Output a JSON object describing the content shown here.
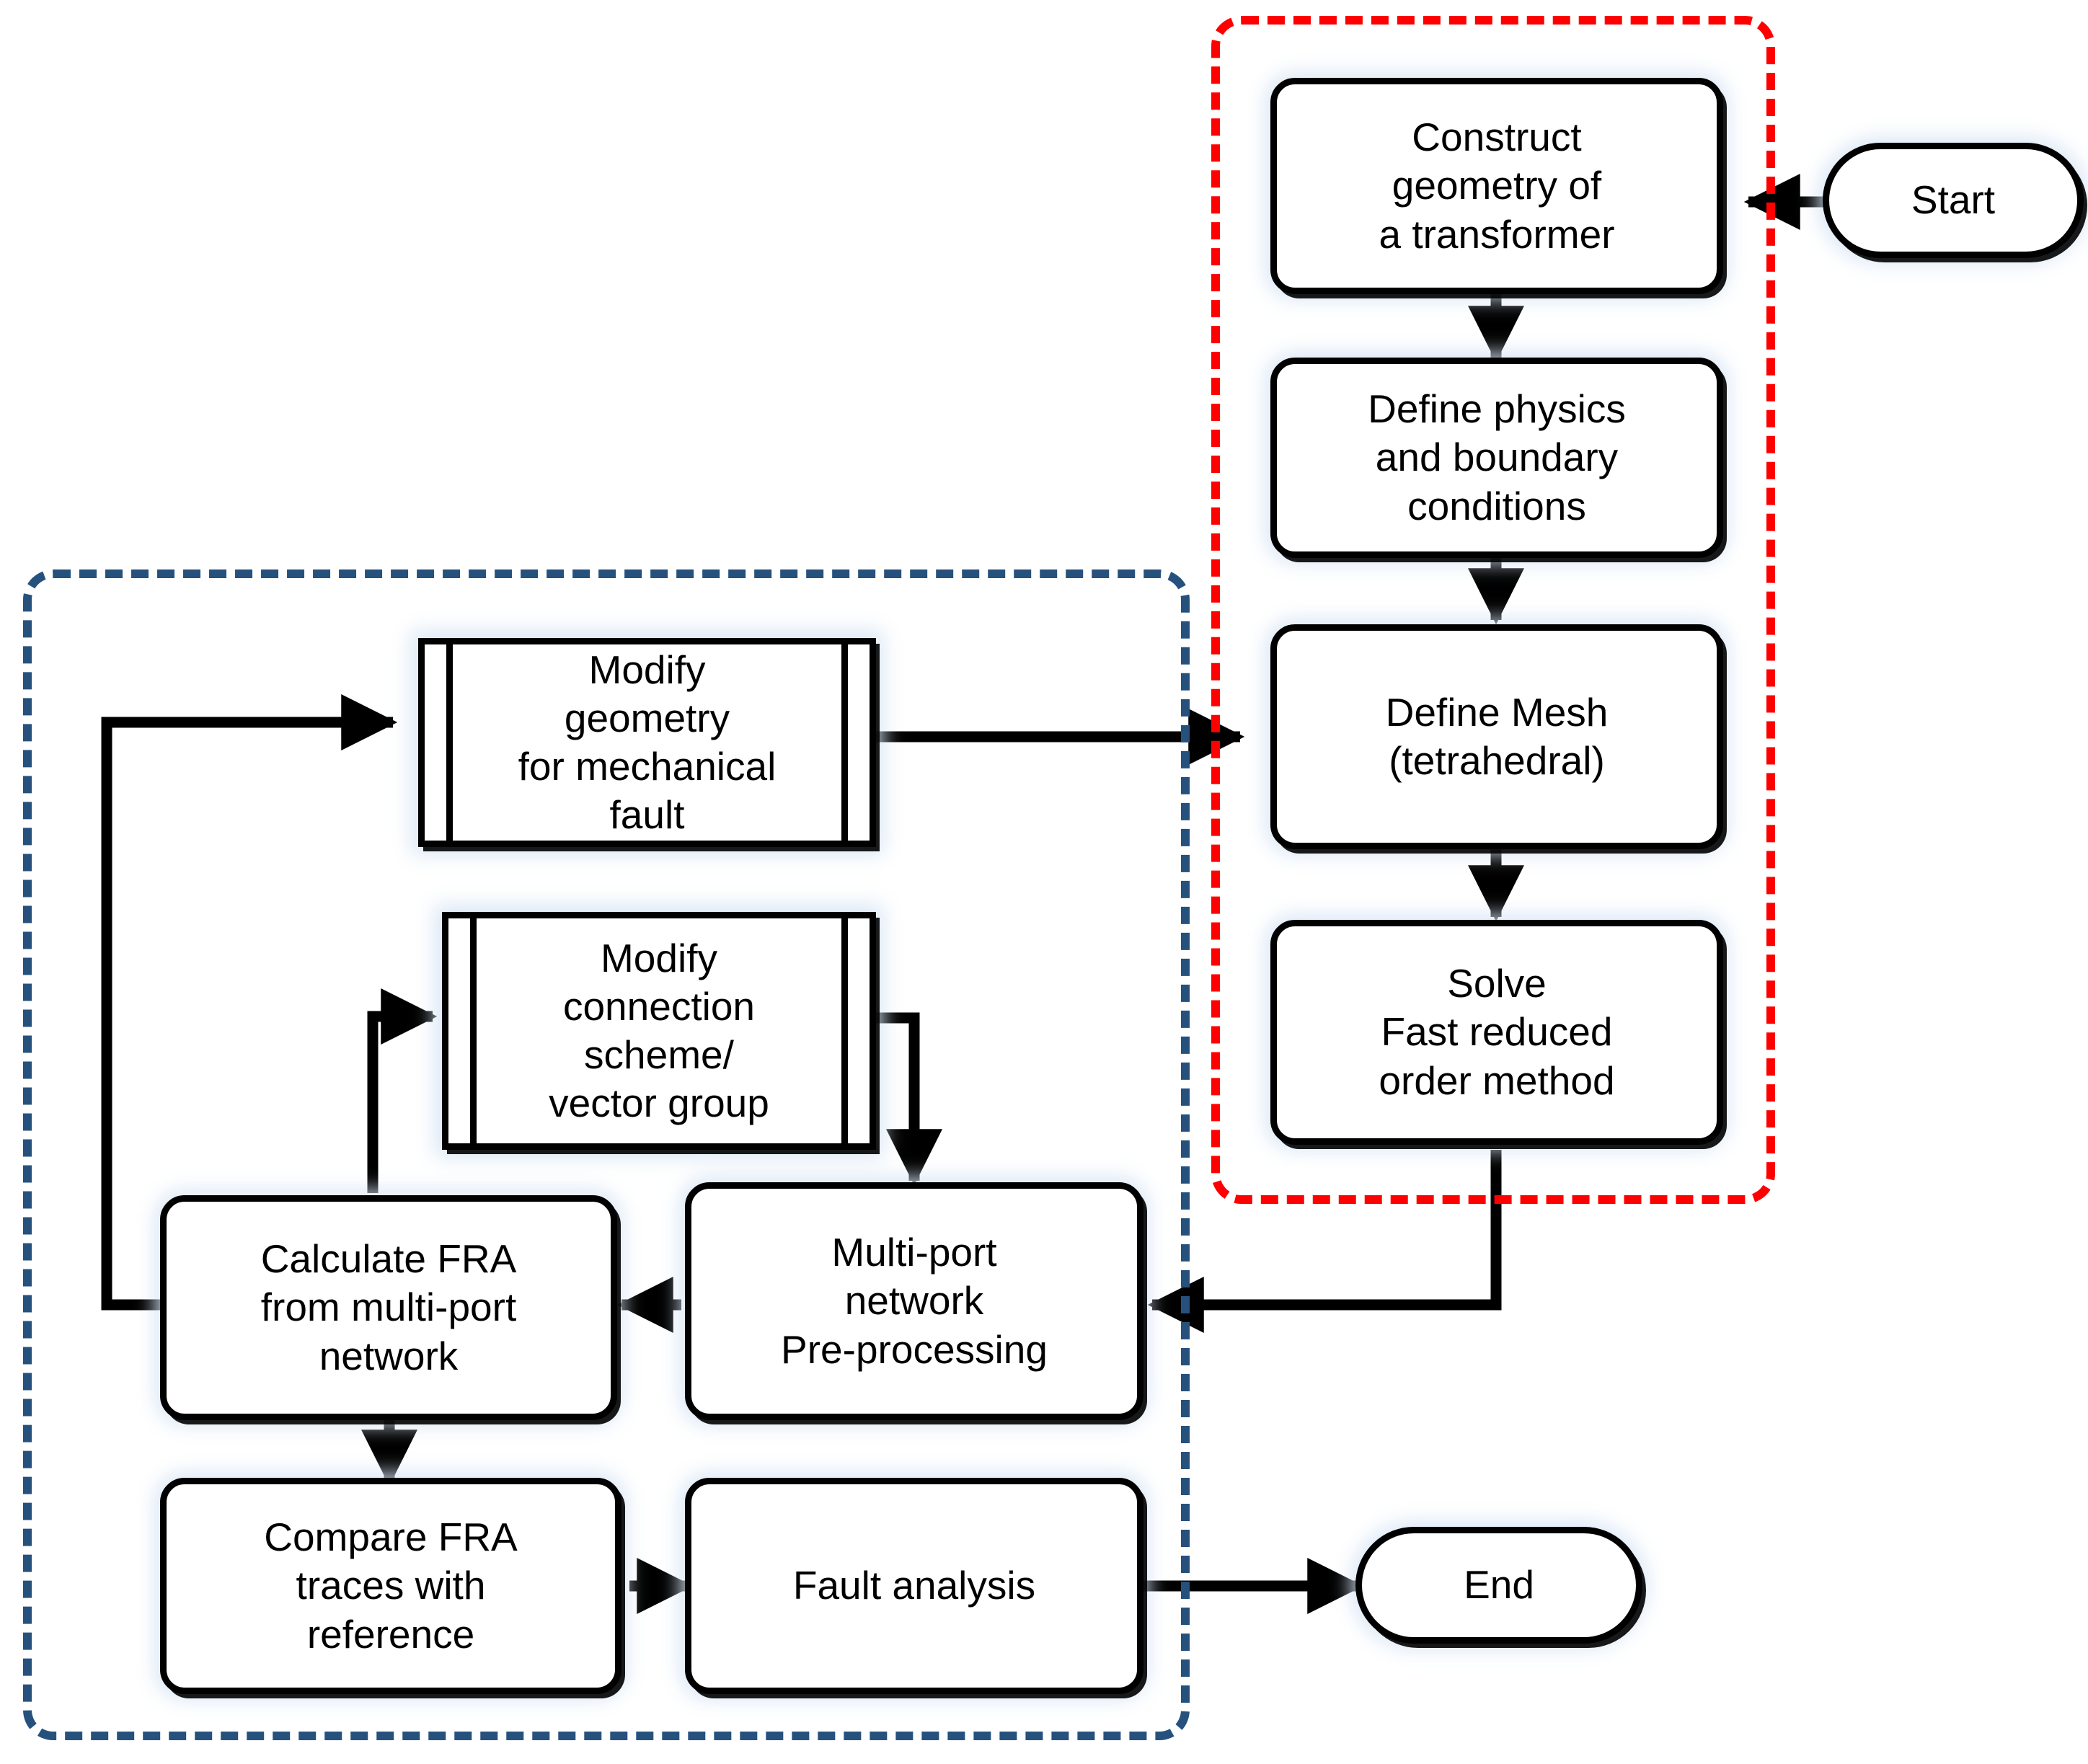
{
  "diagram": {
    "title": "FRA transformer fault simulation workflow",
    "colors": {
      "simulation_group_border": "#FF0000",
      "post_processing_group_border": "#27517D",
      "node_border": "#000000",
      "node_fill": "#FFFFFF",
      "connector": "#000000"
    },
    "groups": [
      {
        "id": "fem-simulation-group",
        "name": "red-dashed-group",
        "style": "red dashed"
      },
      {
        "id": "post-processing-group",
        "name": "blue-dashed-group",
        "style": "blue dashed"
      }
    ],
    "nodes": [
      {
        "id": "start",
        "shape": "terminator",
        "label": "Start"
      },
      {
        "id": "construct",
        "shape": "process",
        "label": "Construct\ngeometry of\na transformer"
      },
      {
        "id": "physics",
        "shape": "process",
        "label": "Define physics\nand boundary\nconditions"
      },
      {
        "id": "mesh",
        "shape": "process",
        "label": "Define Mesh\n(tetrahedral)"
      },
      {
        "id": "solve",
        "shape": "process",
        "label": "Solve\nFast reduced\norder method"
      },
      {
        "id": "modify-geom",
        "shape": "predefined-process",
        "label": "Modify geometry\nfor mechanical\nfault"
      },
      {
        "id": "modify-conn",
        "shape": "predefined-process",
        "label": "Modify\nconnection\nscheme/\nvector group"
      },
      {
        "id": "calc-fra",
        "shape": "process",
        "label": "Calculate FRA\nfrom multi-port\nnetwork"
      },
      {
        "id": "multiport",
        "shape": "process",
        "label": "Multi-port\nnetwork\nPre-processing"
      },
      {
        "id": "compare-fra",
        "shape": "process",
        "label": "Compare FRA\ntraces with\nreference"
      },
      {
        "id": "fault-anal",
        "shape": "process",
        "label": "Fault analysis"
      },
      {
        "id": "end",
        "shape": "terminator",
        "label": "End"
      }
    ],
    "edges": [
      {
        "from": "start",
        "to": "construct",
        "arrow": true
      },
      {
        "from": "construct",
        "to": "physics",
        "arrow": true
      },
      {
        "from": "physics",
        "to": "mesh",
        "arrow": true
      },
      {
        "from": "mesh",
        "to": "solve",
        "arrow": true
      },
      {
        "from": "solve",
        "to": "multiport",
        "arrow": true
      },
      {
        "from": "multiport",
        "to": "calc-fra",
        "arrow": true
      },
      {
        "from": "calc-fra",
        "to": "compare-fra",
        "arrow": true
      },
      {
        "from": "compare-fra",
        "to": "fault-anal",
        "arrow": true
      },
      {
        "from": "fault-anal",
        "to": "end",
        "arrow": true
      },
      {
        "from": "calc-fra",
        "to": "modify-geom",
        "arrow": true
      },
      {
        "from": "calc-fra",
        "to": "modify-conn",
        "arrow": true
      },
      {
        "from": "modify-geom",
        "to": "mesh",
        "arrow": true
      },
      {
        "from": "modify-conn",
        "to": "multiport",
        "arrow": true
      }
    ]
  },
  "labels": {
    "start": "Start",
    "construct_l1": "Construct",
    "construct_l2": "geometry of",
    "construct_l3": "a transformer",
    "physics_l1": "Define physics",
    "physics_l2": "and boundary",
    "physics_l3": "conditions",
    "mesh_l1": "Define Mesh",
    "mesh_l2": "(tetrahedral)",
    "solve_l1": "Solve",
    "solve_l2": "Fast reduced",
    "solve_l3": "order method",
    "modify_geom_l1": "Modify geometry",
    "modify_geom_l2": "for mechanical",
    "modify_geom_l3": "fault",
    "modify_conn_l1": "Modify",
    "modify_conn_l2": "connection",
    "modify_conn_l3": "scheme/",
    "modify_conn_l4": "vector group",
    "calc_fra_l1": "Calculate FRA",
    "calc_fra_l2": "from multi-port",
    "calc_fra_l3": "network",
    "multiport_l1": "Multi-port",
    "multiport_l2": "network",
    "multiport_l3": "Pre-processing",
    "compare_l1": "Compare FRA",
    "compare_l2": "traces with",
    "compare_l3": "reference",
    "fault_analysis": "Fault analysis",
    "end": "End"
  }
}
